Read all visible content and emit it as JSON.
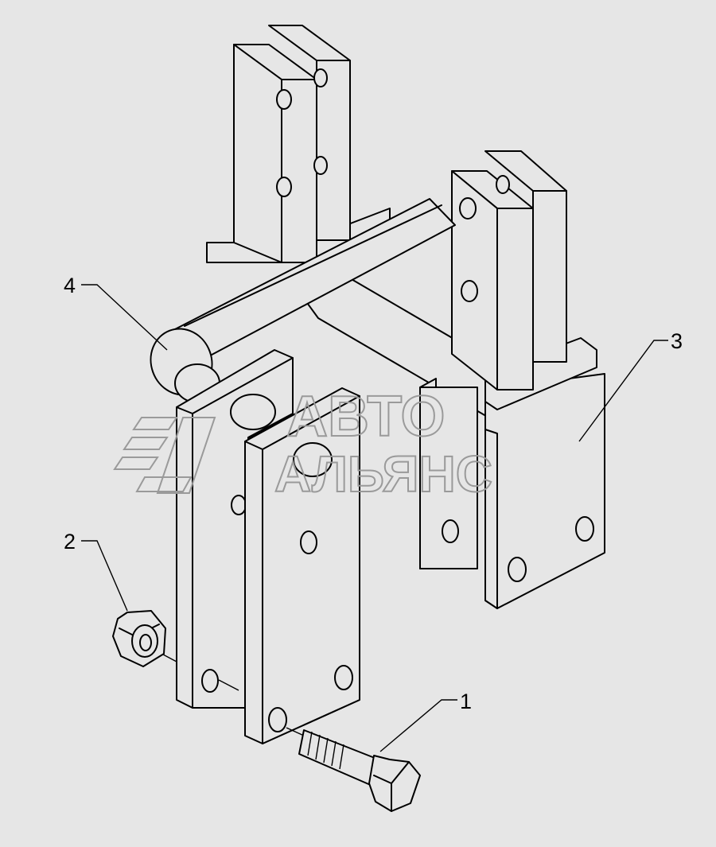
{
  "callouts": [
    {
      "id": "1",
      "label": "1"
    },
    {
      "id": "2",
      "label": "2"
    },
    {
      "id": "3",
      "label": "3"
    },
    {
      "id": "4",
      "label": "4"
    }
  ],
  "watermark": {
    "line1": "АВТО",
    "line2": "АЛЬЯНС",
    "color": "#9a9a9a"
  },
  "colors": {
    "background": "#e6e6e6",
    "line": "#000000"
  }
}
